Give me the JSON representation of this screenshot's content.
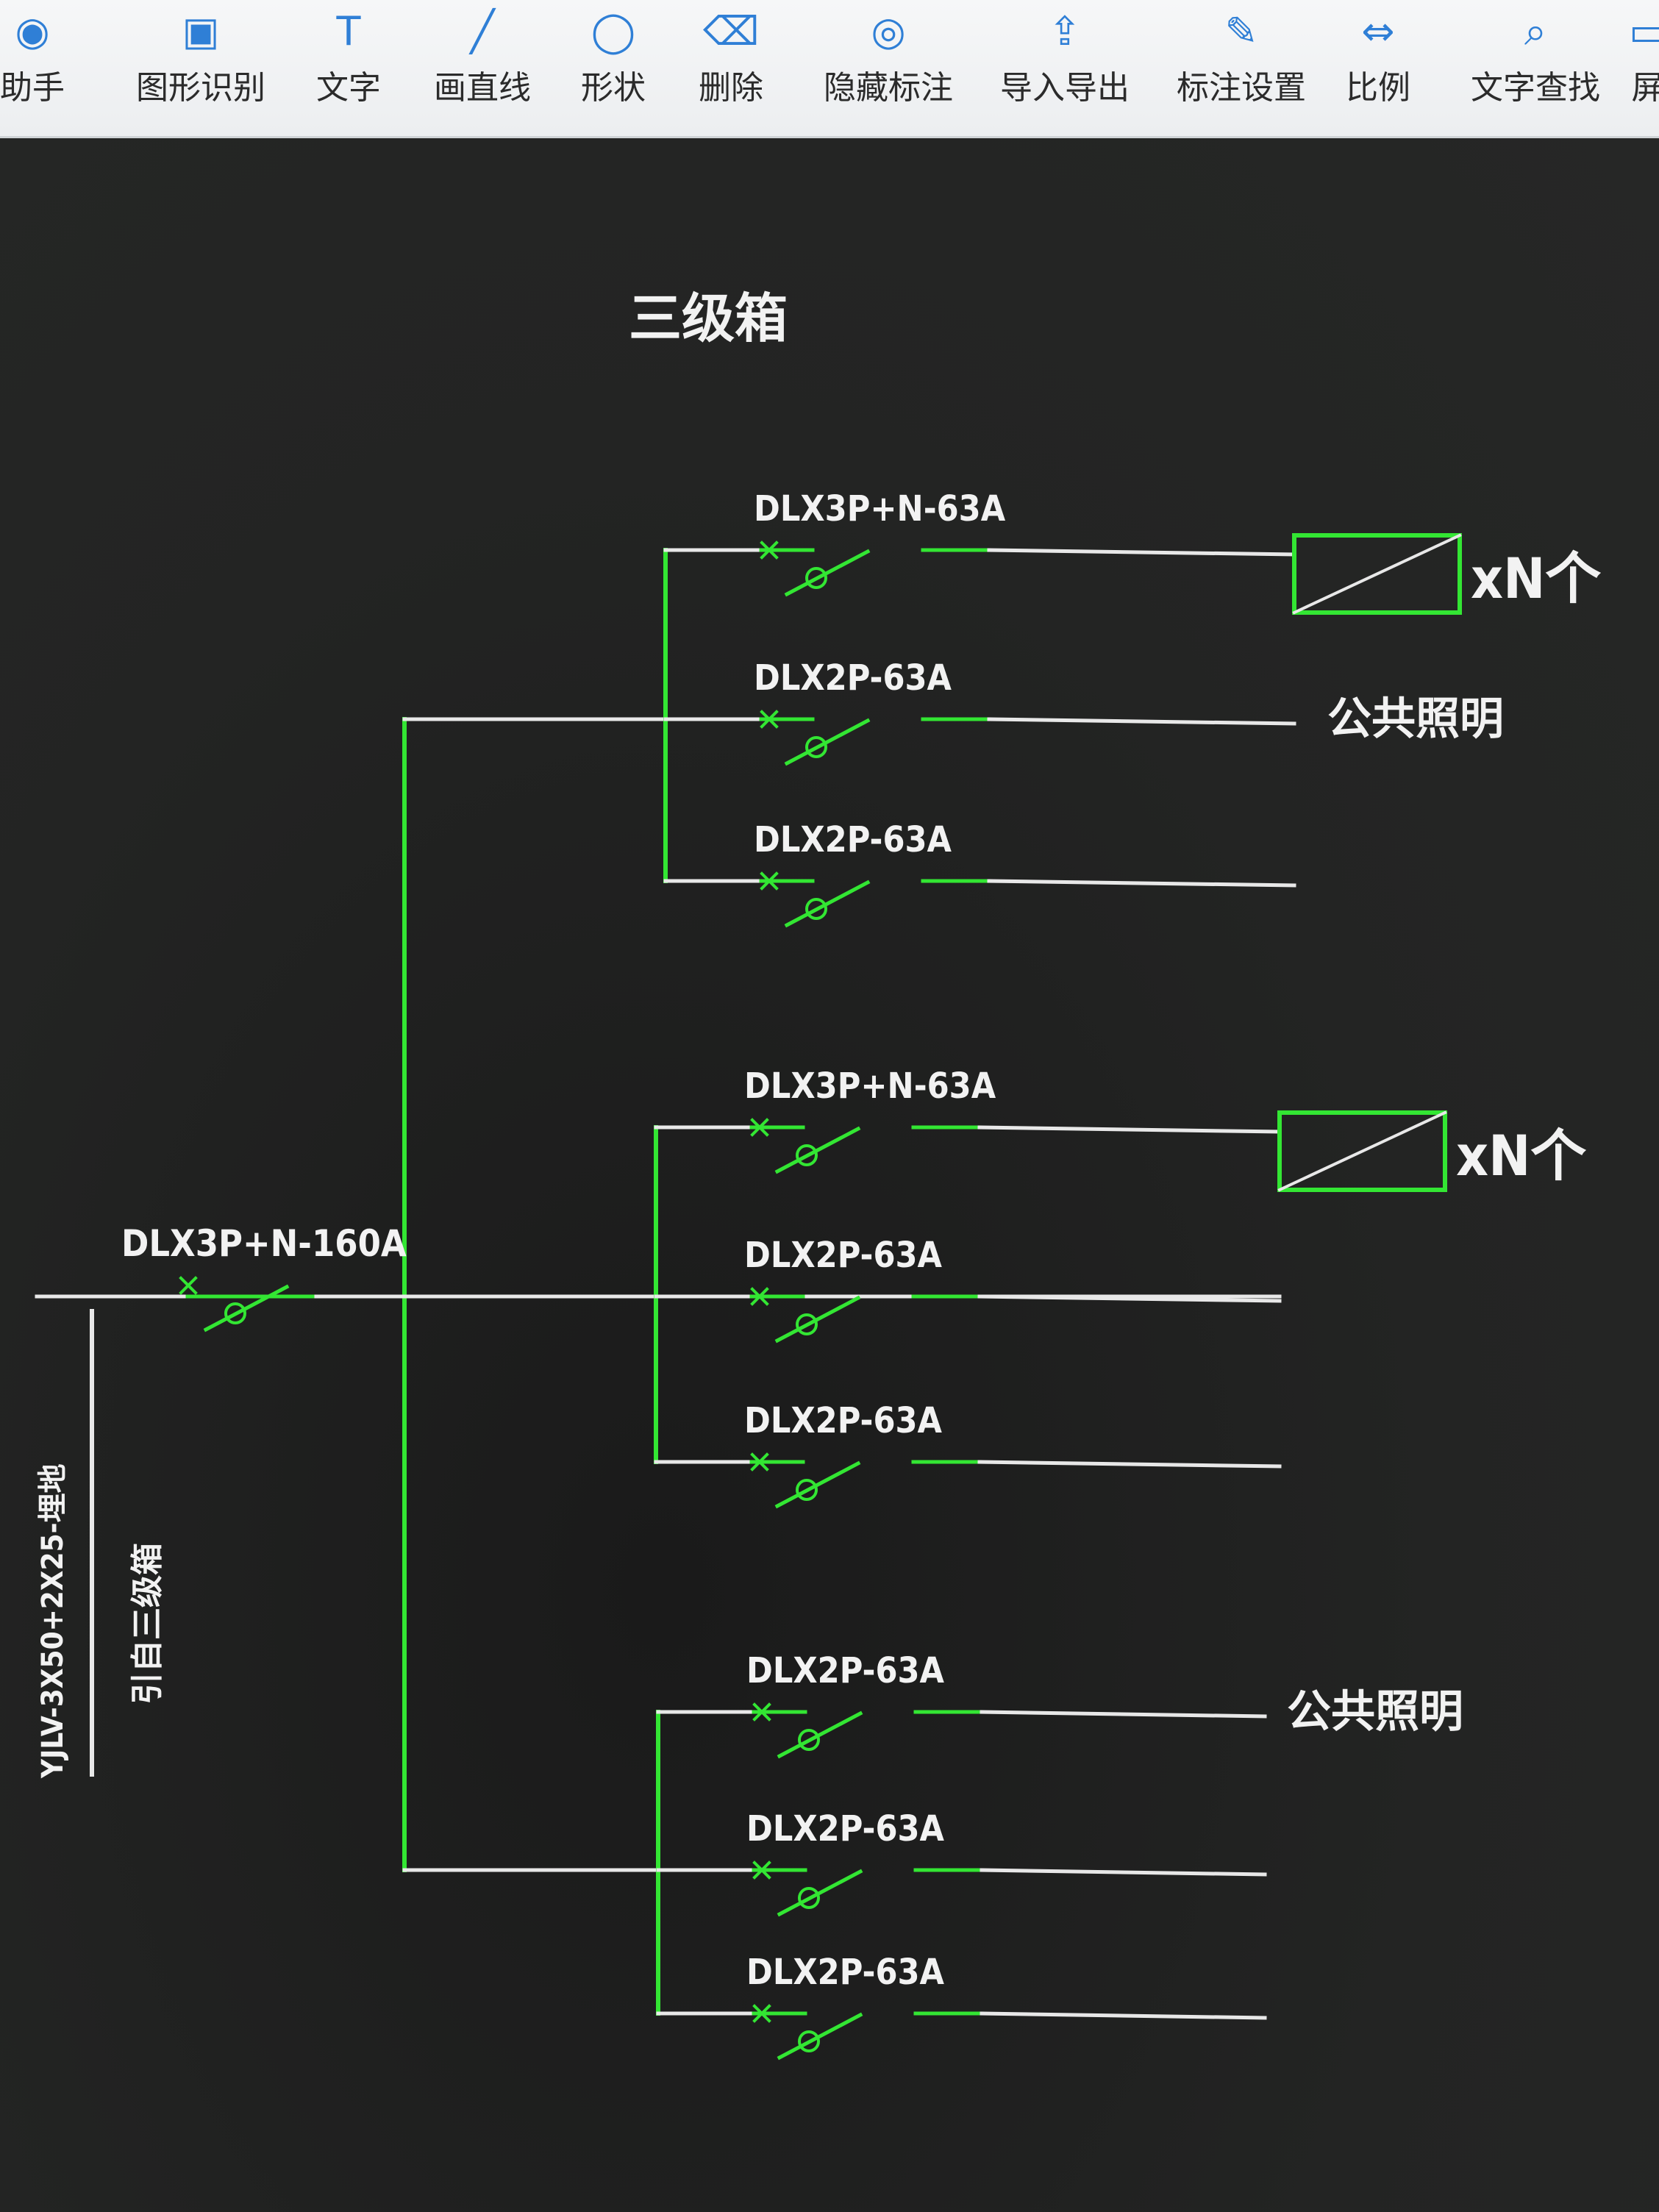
{
  "toolbar": {
    "items": [
      {
        "label": "助手",
        "icon": "assistant-icon"
      },
      {
        "label": "图形识别",
        "icon": "shape-recognition-icon"
      },
      {
        "label": "文字",
        "icon": "text-icon"
      },
      {
        "label": "画直线",
        "icon": "draw-line-icon"
      },
      {
        "label": "形状",
        "icon": "shape-icon"
      },
      {
        "label": "删除",
        "icon": "eraser-icon"
      },
      {
        "label": "隐藏标注",
        "icon": "eye-icon"
      },
      {
        "label": "导入导出",
        "icon": "import-export-icon"
      },
      {
        "label": "标注设置",
        "icon": "annotation-settings-icon"
      },
      {
        "label": "比例",
        "icon": "scale-icon"
      },
      {
        "label": "文字查找",
        "icon": "text-search-icon"
      },
      {
        "label": "屏",
        "icon": "screen-icon"
      }
    ]
  },
  "drawing": {
    "title": "三级箱",
    "main_breaker": "DLX3P+N-160A",
    "cable_spec": "YJLV-3X50+2X25-埋地",
    "cable_note": "引自三级箱",
    "groups": [
      {
        "branches": [
          {
            "breaker": "DLX3P+N-63A",
            "load": "xN个",
            "has_box": true
          },
          {
            "breaker": "DLX2P-63A",
            "load": "公共照明",
            "has_box": false
          },
          {
            "breaker": "DLX2P-63A",
            "load": "",
            "has_box": false
          }
        ]
      },
      {
        "branches": [
          {
            "breaker": "DLX3P+N-63A",
            "load": "xN个",
            "has_box": true
          },
          {
            "breaker": "DLX2P-63A",
            "load": "",
            "has_box": false
          },
          {
            "breaker": "DLX2P-63A",
            "load": "",
            "has_box": false
          }
        ]
      },
      {
        "branches": [
          {
            "breaker": "DLX2P-63A",
            "load": "公共照明",
            "has_box": false
          },
          {
            "breaker": "DLX2P-63A",
            "load": "",
            "has_box": false
          },
          {
            "breaker": "DLX2P-63A",
            "load": "",
            "has_box": false
          }
        ]
      }
    ],
    "colors": {
      "wire": "#e8e8e8",
      "green": "#33e633",
      "text": "#f2f2f2",
      "background": "#202120"
    }
  }
}
